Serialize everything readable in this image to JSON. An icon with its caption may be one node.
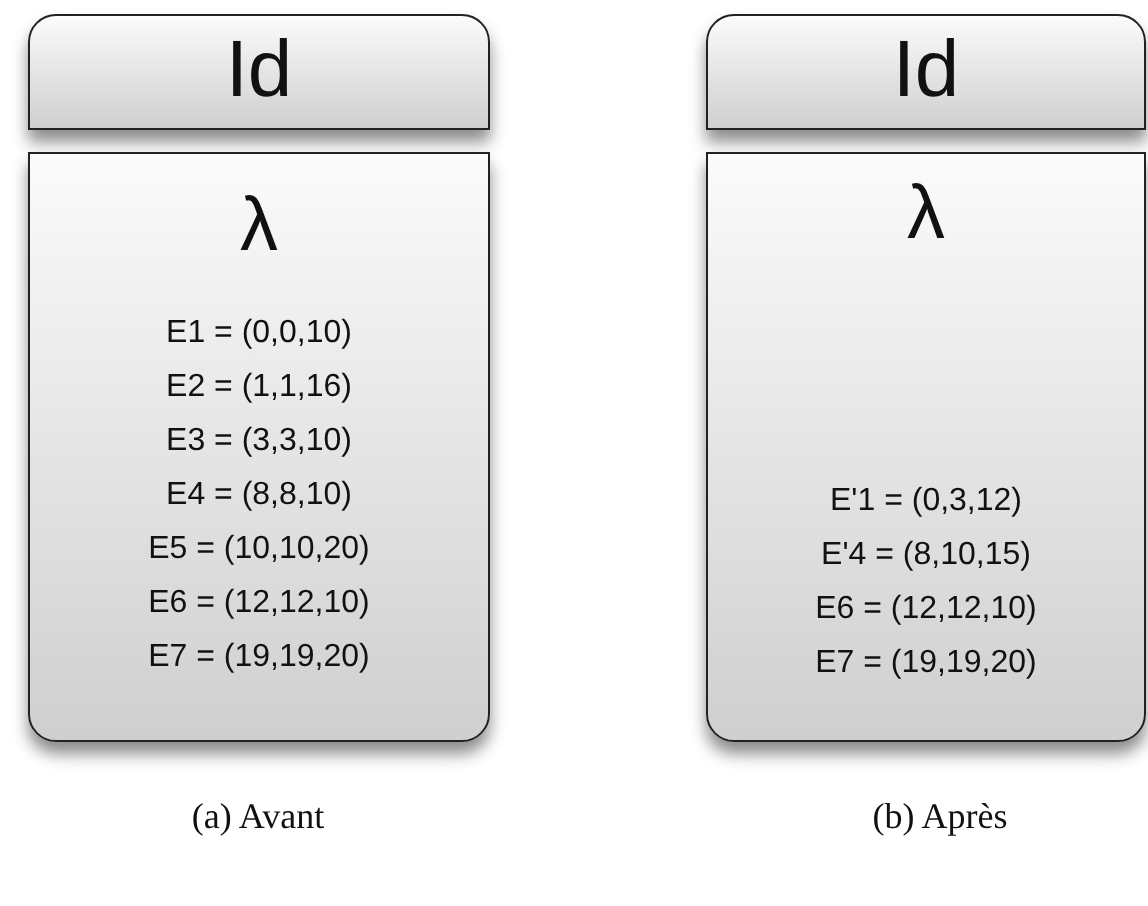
{
  "diagram": {
    "nodes": [
      {
        "text": [
          "Id"
        ]
      },
      {
        "text": [
          "λ",
          "E1 = (0,0,10)",
          "E2 = (1,1,16)",
          "E3 = (3,3,10)",
          "E4 = (8,8,10)",
          "E5 = (10,10,20)",
          "E6 = (12,12,10)",
          "E7 = (19,19,20)"
        ]
      },
      {
        "text": [
          "Id"
        ]
      },
      {
        "text": [
          "λ",
          "E'1 = (0,3,12)",
          "E'4 = (8,10,15)",
          "E6 = (12,12,10)",
          "E7 = (19,19,20)"
        ]
      }
    ],
    "edges": [],
    "labels": [
      "(a) Avant",
      "(b) Après"
    ]
  }
}
